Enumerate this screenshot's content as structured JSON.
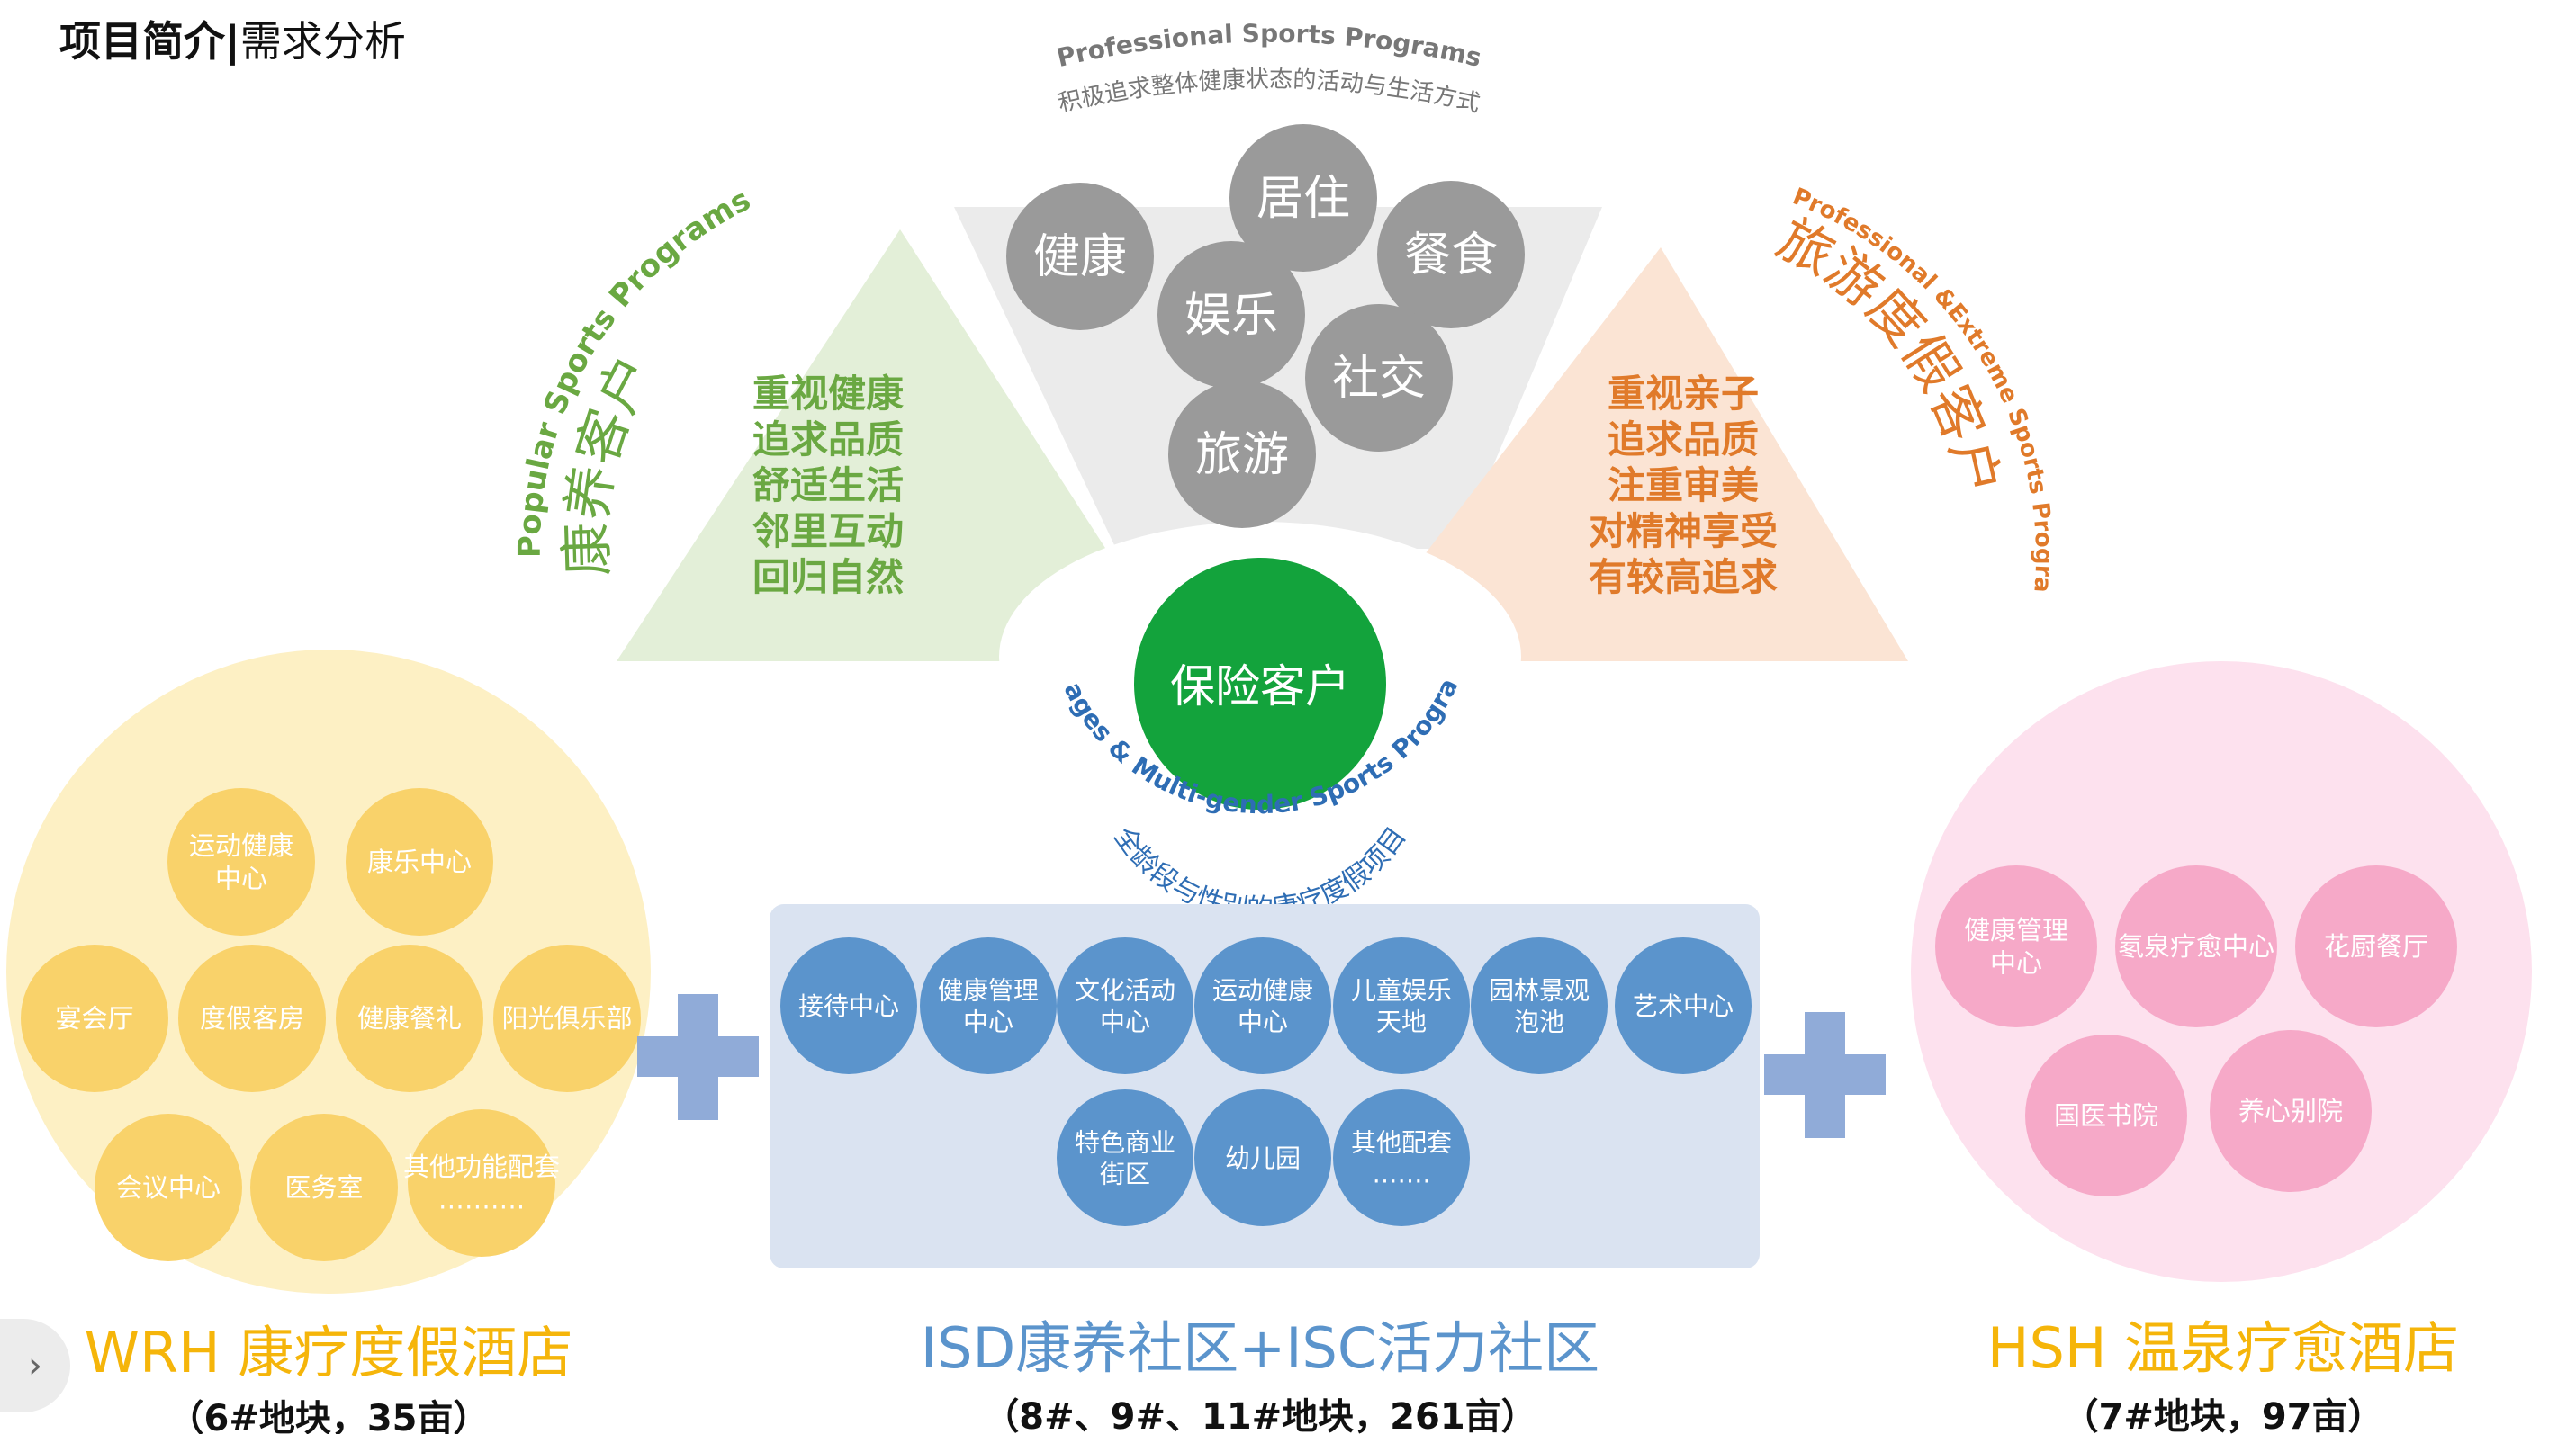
{
  "header": {
    "title_bold": "项目简介",
    "title_sep": "|",
    "title_rest": "需求分析"
  },
  "professional": {
    "en": "Professional Sports Programs",
    "cn": "积极追求整体健康状态的活动与生活方式",
    "bubbles": [
      "健康",
      "居住",
      "餐食",
      "娱乐",
      "社交",
      "旅游"
    ]
  },
  "popular": {
    "en": "Popular Sports Programs",
    "title": "康养客户",
    "color": "#6aa842",
    "items": [
      "重视健康",
      "追求品质",
      "舒适生活",
      "邻里互动",
      "回归自然"
    ]
  },
  "travel": {
    "en": "Professional &Extreme Sports Programs",
    "title": "旅游度假客户",
    "color": "#e07a2a",
    "items": [
      "重视亲子",
      "追求品质",
      "注重审美",
      "对精神享受",
      "有较高追求"
    ]
  },
  "insurance": {
    "label": "保险客户",
    "en": "All ages & Multi-gender Sports Programs",
    "cn": "全龄段与性别的康疗度假项目"
  },
  "wrh": {
    "bubbles": [
      "运动健康\n中心",
      "康乐中心",
      "宴会厅",
      "度假客房",
      "健康餐礼",
      "阳光俱乐部",
      "会议中心",
      "医务室",
      "其他功能配套\n………."
    ],
    "title": "WRH 康疗度假酒店",
    "sub": "（6#地块，35亩）",
    "color": "#f5b50a"
  },
  "isd": {
    "row1": [
      "接待中心",
      "健康管理\n中心",
      "文化活动\n中心",
      "运动健康\n中心",
      "儿童娱乐\n天地",
      "园林景观\n泡池",
      "艺术中心"
    ],
    "row2": [
      "特色商业\n街区",
      "幼儿园",
      "其他配套\n……."
    ],
    "title": "ISD康养社区+ISC活力社区",
    "sub": "（8#、9#、11#地块，261亩）",
    "color": "#5b94cc"
  },
  "hsh": {
    "bubbles": [
      "健康管理\n中心",
      "氡泉疗愈中心",
      "花厨餐厅",
      "国医书院",
      "养心别院"
    ],
    "title": "HSH 温泉疗愈酒店",
    "sub": "（7#地块，97亩）",
    "color": "#f5b50a"
  },
  "colors": {
    "green_fill": "#e3efd8",
    "grey_fill": "#ebebeb",
    "peach_fill": "#fbe4d4",
    "grey_bubble": "#9a9a9a",
    "insurance_green": "#13a33c",
    "insurance_text_blue": "#2e6db4",
    "yellow_circle": "#fdf0c4",
    "yellow_bubble": "#f9d26a",
    "blue_panel": "#dae3f1",
    "blue_bubble": "#5b94cc",
    "pink_circle": "#fde1ee",
    "pink_bubble": "#f6a9c8",
    "plus": "#90abd8"
  }
}
